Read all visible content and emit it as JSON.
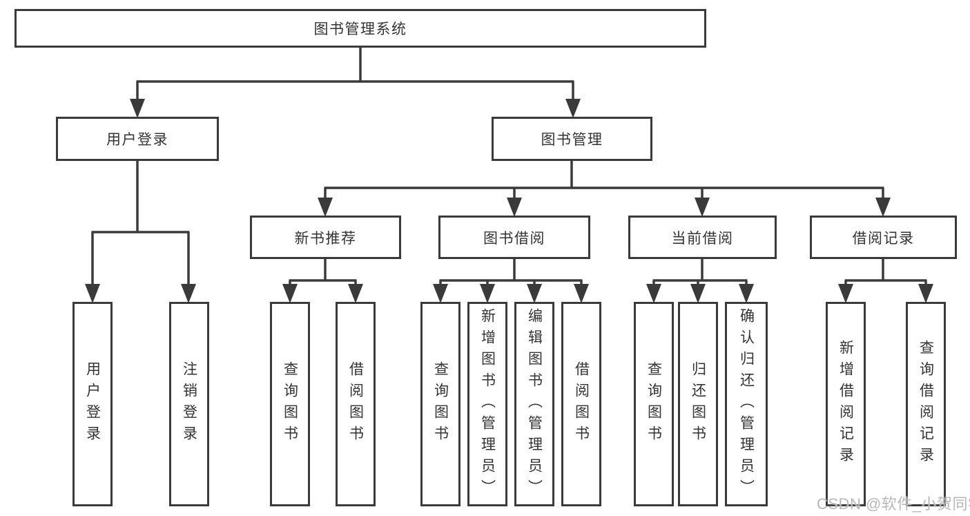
{
  "diagram_type": "functional-structure-tree",
  "colors": {
    "line": "#3a3a3a",
    "box_border": "#3a3a3a",
    "text": "#333333",
    "background": "#ffffff",
    "watermark": "#b7b7b7"
  },
  "tree": {
    "label": "图书管理系统",
    "children": [
      {
        "label": "用户登录",
        "children": [
          {
            "label": "用户登录"
          },
          {
            "label": "注销登录"
          }
        ]
      },
      {
        "label": "图书管理",
        "children": [
          {
            "label": "新书推荐",
            "children": [
              {
                "label": "查询图书"
              },
              {
                "label": "借阅图书"
              }
            ]
          },
          {
            "label": "图书借阅",
            "children": [
              {
                "label": "查询图书"
              },
              {
                "label": "新增图书（管理员）"
              },
              {
                "label": "编辑图书（管理员）"
              },
              {
                "label": "借阅图书"
              }
            ]
          },
          {
            "label": "当前借阅",
            "children": [
              {
                "label": "查询图书"
              },
              {
                "label": "归还图书"
              },
              {
                "label": "确认归还（管理员）"
              }
            ]
          },
          {
            "label": "借阅记录",
            "children": [
              {
                "label": "新增借阅记录"
              },
              {
                "label": "查询借阅记录"
              }
            ]
          }
        ]
      }
    ]
  },
  "watermark": {
    "text": "CSDN @软件_小贺同学"
  }
}
